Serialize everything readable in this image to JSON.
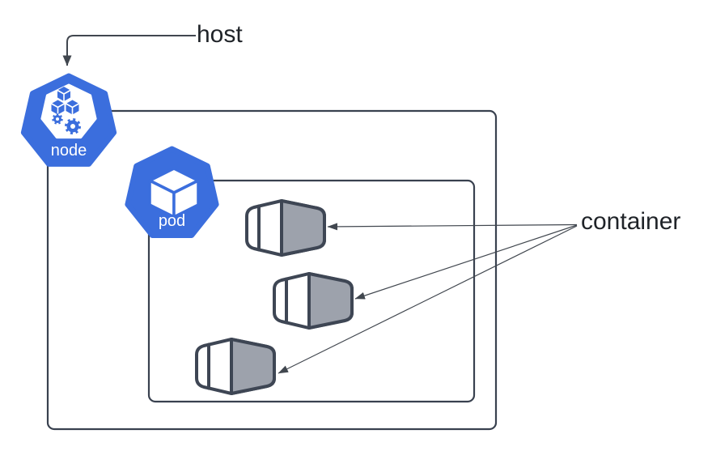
{
  "labels": {
    "host": "host",
    "container": "container",
    "node": "node",
    "pod": "pod"
  },
  "colors": {
    "kubernetes_blue": "#3b6edd",
    "boundary_outline": "#39414f",
    "shape_outline": "#3e4654",
    "container_gray": "#9da2ac",
    "arrow_line": "#41474f",
    "label_text": "#1f2328",
    "icon_label_text": "#ffffff",
    "icon_inner_white": "#ffffff",
    "background": "#ffffff"
  },
  "structure": {
    "node_contains": "pod",
    "pod_contains": "containers",
    "container_count": 3
  },
  "relations": [
    {
      "label": "host",
      "points_to": "node-icon"
    },
    {
      "label": "container",
      "points_to": [
        "container-icon-1",
        "container-icon-2",
        "container-icon-3"
      ]
    }
  ]
}
